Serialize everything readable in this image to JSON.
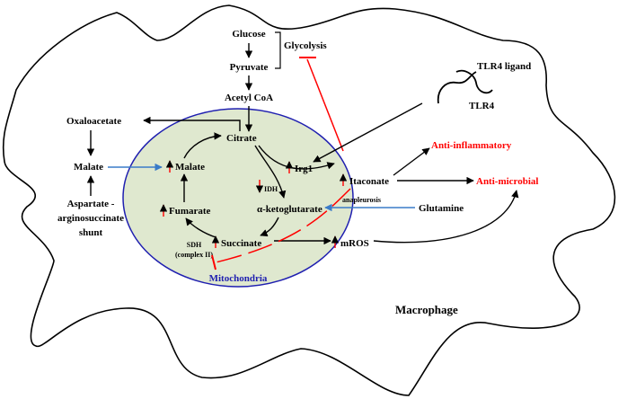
{
  "labels": {
    "glucose": "Glucose",
    "pyruvate": "Pyruvate",
    "glycolysis": "Glycolysis",
    "acetyl_coa": "Acetyl CoA",
    "tlr4_ligand": "TLR4 ligand",
    "tlr4": "TLR4",
    "oxaloacetate": "Oxaloacetate",
    "citrate": "Citrate",
    "anti_inflammatory": "Anti-inflammatory",
    "malate_cyto": "Malate",
    "malate_mito": "Malate",
    "irg1": "Irg1",
    "itaconate": "Itaconate",
    "anti_microbial": "Anti-microbial",
    "idh": "IDH",
    "aspartate_line1": "Aspartate -",
    "aspartate_line2": "arginosuccinate",
    "aspartate_line3": "shunt",
    "fumarate": "Fumarate",
    "akg": "α-ketoglutarate",
    "anapleurosis": "anapleurosis",
    "glutamine": "Glutamine",
    "sdh_line1": "SDH",
    "sdh_line2": "(complex II)",
    "succinate": "Succinate",
    "mros": "mROS",
    "mitochondria": "Mitochondria",
    "macrophage": "Macrophage"
  },
  "colors": {
    "black": "#000000",
    "red": "#ff0000",
    "blue_arrow": "#3a7bc8",
    "mito_fill": "#dfe8cf",
    "mito_stroke": "#1f1fb0"
  }
}
